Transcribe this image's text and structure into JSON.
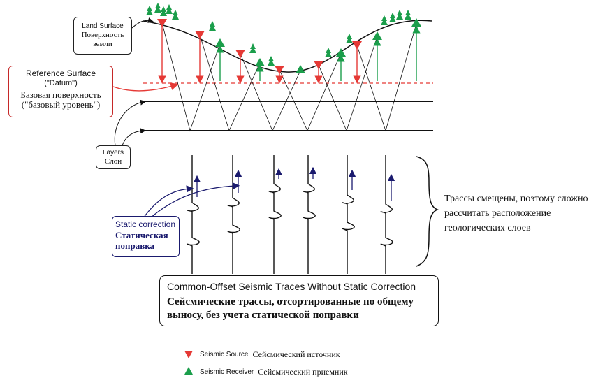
{
  "callouts": {
    "land_surface": {
      "en": "Land Surface",
      "ru": "Поверхность земли"
    },
    "reference_surface": {
      "en_line1": "Reference Surface",
      "en_line2": "(\"Datum\")",
      "ru_line1": "Базовая поверхность",
      "ru_line2": "(\"базовый уровень\")"
    },
    "layers": {
      "en": "Layers",
      "ru": "Слои"
    },
    "static_correction": {
      "en": "Static correction",
      "ru": "Статическая поправка"
    },
    "traces_caption": {
      "en": "Common-Offset Seismic Traces Without Static Correction",
      "ru": "Сейсмические трассы, отсортированные по общему выносу, без учета статической поправки"
    }
  },
  "note": "Трассы смещены, поэтому сложно рассчитать расположение геологических слоев",
  "legend": {
    "source": {
      "en": "Seismic Source",
      "ru": "Сейсмический источник",
      "color": "#e53935"
    },
    "receiver": {
      "en": "Seismic Receiver",
      "ru": "Сейсмический приемник",
      "color": "#1b9e4b"
    }
  },
  "colors": {
    "datum": "#e53935",
    "tree": "#1b9e4b",
    "static_arrow": "#1a1a6e",
    "line": "#111111"
  }
}
